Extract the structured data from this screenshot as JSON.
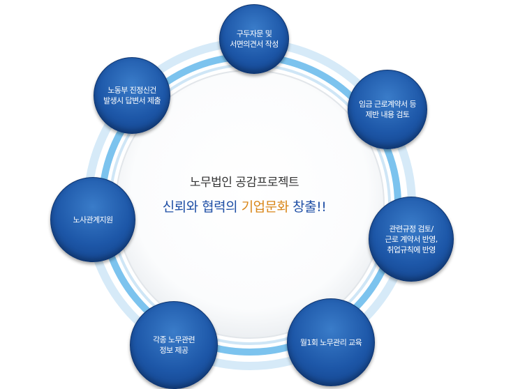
{
  "center": {
    "title": "노무법인 공감프로젝트",
    "slogan_part1": "신뢰와 협력의 ",
    "slogan_highlight": "기업문화",
    "slogan_part2": " 창출!!"
  },
  "nodes": [
    {
      "lines": [
        "구두자문 및",
        "서면의견서 작성"
      ]
    },
    {
      "lines": [
        "임금 근로계약서 등",
        "제반 내용 검토"
      ]
    },
    {
      "lines": [
        "관련규정 검토/",
        "근로 계약서 반영,",
        "취업규칙에 반영"
      ]
    },
    {
      "lines": [
        "월1회 노무관리 교육"
      ]
    },
    {
      "lines": [
        "각종 노무관련",
        "정보 제공"
      ]
    },
    {
      "lines": [
        "노사관계지원"
      ]
    },
    {
      "lines": [
        "노동부 진정신건",
        "발생시 답변서 제출"
      ]
    }
  ],
  "colors": {
    "node_fill": "#1d57a8",
    "ring_outer": "#d6eaf8",
    "ring_inner": "#7cc3ee",
    "title_text": "#333333",
    "slogan_text": "#1f4fa5",
    "highlight_text": "#d9871a"
  }
}
